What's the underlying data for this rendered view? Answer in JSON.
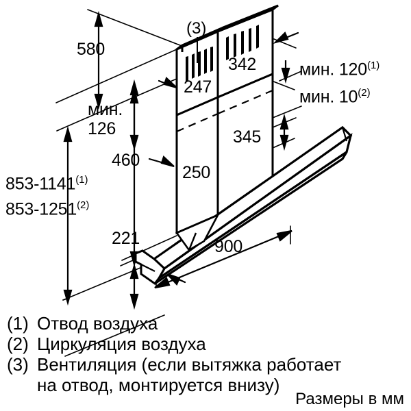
{
  "document": {
    "type": "installation-dimension-drawing",
    "units_note": "Размеры в мм",
    "projection": "isometric"
  },
  "colors": {
    "line": "#000000",
    "background": "#ffffff",
    "text": "#000000"
  },
  "dimensions": {
    "top_gap": {
      "value": "580",
      "label": "580"
    },
    "min_clearance": {
      "line1": "мин.",
      "line2": "126"
    },
    "chimney_upper_depth": {
      "value": "247",
      "label": "247"
    },
    "chimney_upper_width": {
      "value": "342",
      "label": "342"
    },
    "chimney_lower_height": {
      "value": "460",
      "label": "460"
    },
    "chimney_lower_depth": {
      "value": "250",
      "label": "250"
    },
    "chimney_lower_width": {
      "value": "345",
      "label": "345"
    },
    "hood_body_height": {
      "value": "221",
      "label": "221"
    },
    "hood_width": {
      "value": "900",
      "label": "900"
    },
    "min_duct_exhaust": {
      "text": "мин. 120",
      "sup": "(1)"
    },
    "min_duct_recirc": {
      "text": "мин. 10",
      "sup": "(2)"
    },
    "total_height_exhaust": {
      "text": "853-1141",
      "sup": "(1)"
    },
    "total_height_recirc": {
      "text": "853-1251",
      "sup": "(2)"
    }
  },
  "callouts": {
    "vent_marker": "(3)"
  },
  "legend": {
    "items": [
      {
        "num": "(1)",
        "text": "Отвод воздуха"
      },
      {
        "num": "(2)",
        "text": "Циркуляция воздуха"
      },
      {
        "num": "(3)",
        "text": "Вентиляция (если вытяжка работает",
        "text2": "на отвод, монтируется внизу)"
      }
    ]
  },
  "footnote": {
    "text": "Размеры в мм"
  }
}
